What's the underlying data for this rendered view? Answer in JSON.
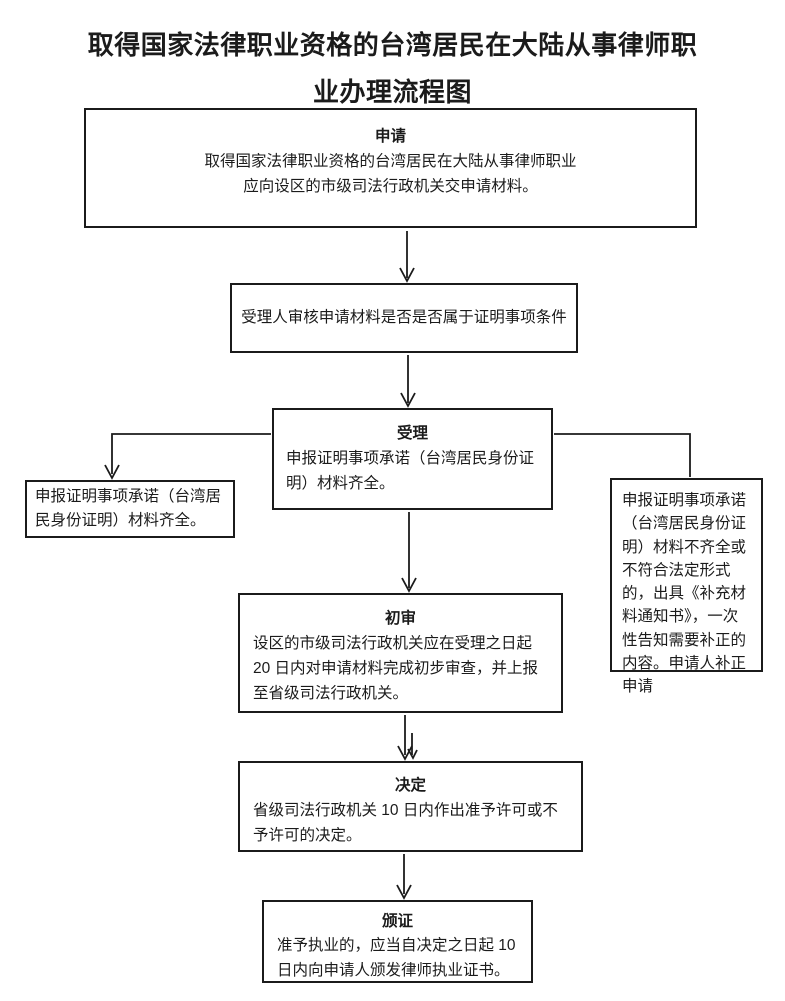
{
  "title": "取得国家法律职业资格的台湾居民在大陆从事律师职业办理流程图",
  "nodes": {
    "apply": {
      "title": "申请",
      "body": "取得国家法律职业资格的台湾居民在大陆从事律师职业应向设区的市级司法行政机关交申请材料。"
    },
    "review": {
      "body": "受理人审核申请材料是否是否属于证明事项条件"
    },
    "accept": {
      "title": "受理",
      "body": "申报证明事项承诺（台湾居民身份证明）材料齐全。"
    },
    "left_branch": {
      "body": "申报证明事项承诺（台湾居民身份证明）材料齐全。"
    },
    "right_branch": {
      "body": "申报证明事项承诺（台湾居民身份证明）材料不齐全或不符合法定形式的，出具《补充材料通知书》，一次性告知需要补正的内容。申请人补正申请"
    },
    "initial_review": {
      "title": "初审",
      "body": "设区的市级司法行政机关应在受理之日起 20 日内对申请材料完成初步审查，并上报至省级司法行政机关。"
    },
    "decision": {
      "title": "决定",
      "body": "省级司法行政机关 10 日内作出准予许可或不予许可的决定。"
    },
    "certificate": {
      "title": "颁证",
      "body": "准予执业的，应当自决定之日起 10 日内向申请人颁发律师执业证书。"
    }
  },
  "colors": {
    "line": "#1b1b1b",
    "text": "#1b1b1b",
    "background": "#ffffff"
  }
}
